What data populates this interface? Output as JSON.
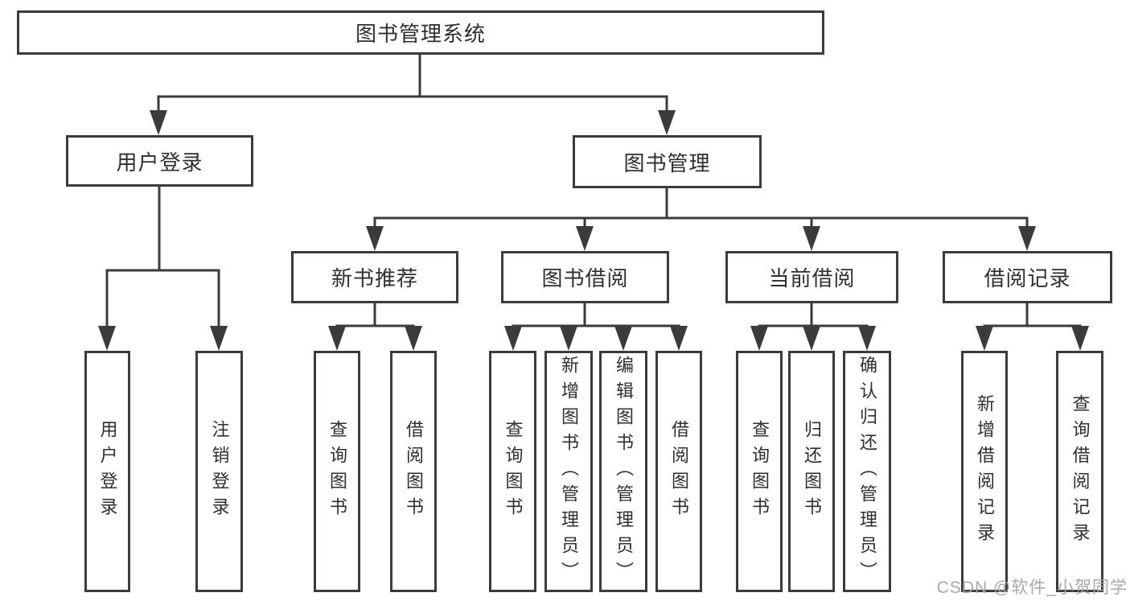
{
  "diagram": {
    "type": "tree",
    "root": {
      "label": "图书管理系统"
    },
    "branches": [
      {
        "label": "用户登录",
        "children": [
          {
            "label": "用户登录"
          },
          {
            "label": "注销登录"
          }
        ]
      },
      {
        "label": "图书管理",
        "children": [
          {
            "label": "新书推荐",
            "children": [
              {
                "label": "查询图书"
              },
              {
                "label": "借阅图书"
              }
            ]
          },
          {
            "label": "图书借阅",
            "children": [
              {
                "label": "查询图书"
              },
              {
                "label": "新增图书（管理员）"
              },
              {
                "label": "编辑图书（管理员）"
              },
              {
                "label": "借阅图书"
              }
            ]
          },
          {
            "label": "当前借阅",
            "children": [
              {
                "label": "查询图书"
              },
              {
                "label": "归还图书"
              },
              {
                "label": "确认归还（管理员）"
              }
            ]
          },
          {
            "label": "借阅记录",
            "children": [
              {
                "label": "新增借阅记录"
              },
              {
                "label": "查询借阅记录"
              }
            ]
          }
        ]
      }
    ]
  },
  "watermark": {
    "text": "CSDN @软件_小贺同学"
  },
  "colors": {
    "line": "#3b3b3b",
    "box_border": "#3b3b3b",
    "text": "#2f2f2f",
    "background": "#ffffff",
    "watermark": "#9ea4ad"
  }
}
